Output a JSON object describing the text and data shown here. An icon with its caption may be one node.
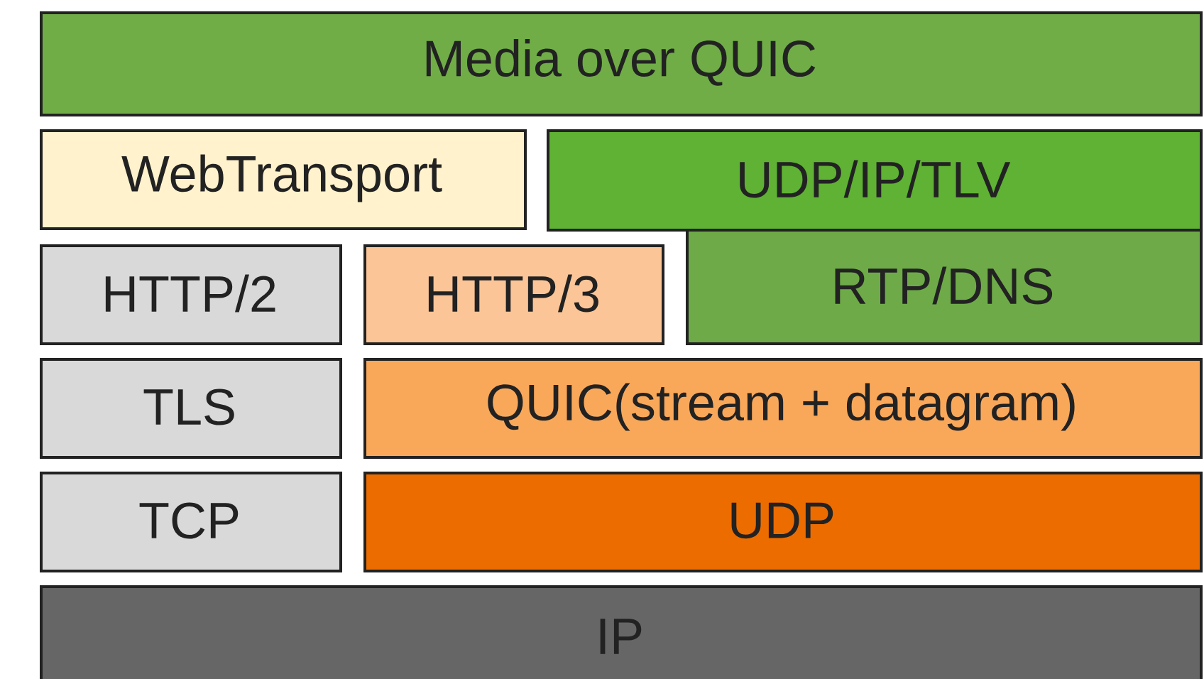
{
  "diagram": {
    "nodes": [
      {
        "text": [
          "Media over QUIC"
        ]
      },
      {
        "text": [
          "WebTransport"
        ]
      },
      {
        "text": [
          "UDP/IP/TLV"
        ]
      },
      {
        "text": [
          "HTTP/2"
        ]
      },
      {
        "text": [
          "HTTP/3"
        ]
      },
      {
        "text": [
          "RTP/DNS"
        ]
      },
      {
        "text": [
          "TLS"
        ]
      },
      {
        "text": [
          "QUIC(stream + datagram)"
        ]
      },
      {
        "text": [
          "TCP"
        ]
      },
      {
        "text": [
          "UDP"
        ]
      },
      {
        "text": [
          "IP"
        ]
      }
    ]
  }
}
